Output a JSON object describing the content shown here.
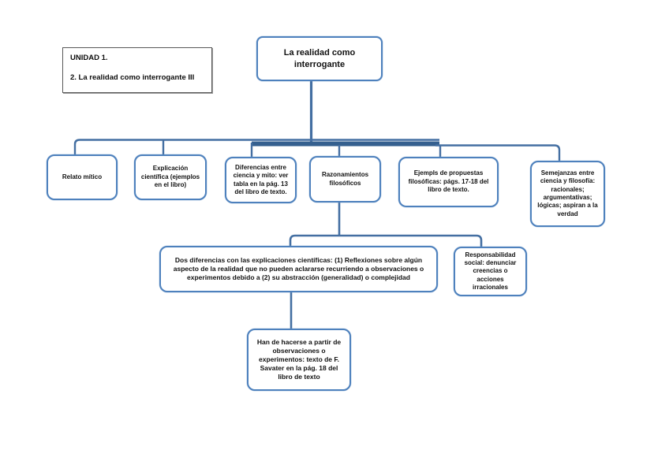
{
  "unit_box": {
    "line1": "UNIDAD 1.",
    "line2": "2. La realidad como interrogante III"
  },
  "diagram": {
    "root": {
      "label": "La realidad como interrogante"
    },
    "level1": [
      {
        "id": "relato-mitico",
        "label": "Relato mítico"
      },
      {
        "id": "explicacion-cientifica",
        "label": "Explicación científica (ejemplos en el libro)"
      },
      {
        "id": "diferencias-ciencia-mito",
        "label": "Diferencias entre ciencia y mito: ver tabla en la pág. 13 del libro de texto."
      },
      {
        "id": "razonamientos-filosoficos",
        "label": "Razonamientos filosóficos"
      },
      {
        "id": "ejemplos-propuestas",
        "label": "Ejempls de propuestas filosóficas: págs. 17-18 del libro de texto."
      },
      {
        "id": "semejanzas-ciencia-filosofia",
        "label": "Semejanzas entre ciencia y filosofía: racionales; argumentativas; lógicas; aspiran a la verdad"
      }
    ],
    "level2": [
      {
        "id": "dos-diferencias",
        "label": "Dos diferencias con las explicaciones científicas: (1) Reflexiones sobre algún aspecto de la realidad que no pueden aclararse recurriendo a observaciones o experimentos debido a (2) su abstracción (generalidad) o complejidad"
      },
      {
        "id": "responsabilidad-social",
        "label": "Responsabilidad social: denunciar creencias o acciones irracionales"
      }
    ],
    "level3": [
      {
        "id": "observaciones-experimentos",
        "label": "Han de hacerse a partir de observaciones o experimentos: texto de F. Savater en la pág. 18 del libro de texto"
      }
    ]
  },
  "colors": {
    "box_border": "#4e81bd",
    "connector": "#446fa2",
    "connector_thick": "#35608f",
    "unit_box_border": "#595959",
    "text": "#111111",
    "background": "#ffffff"
  }
}
